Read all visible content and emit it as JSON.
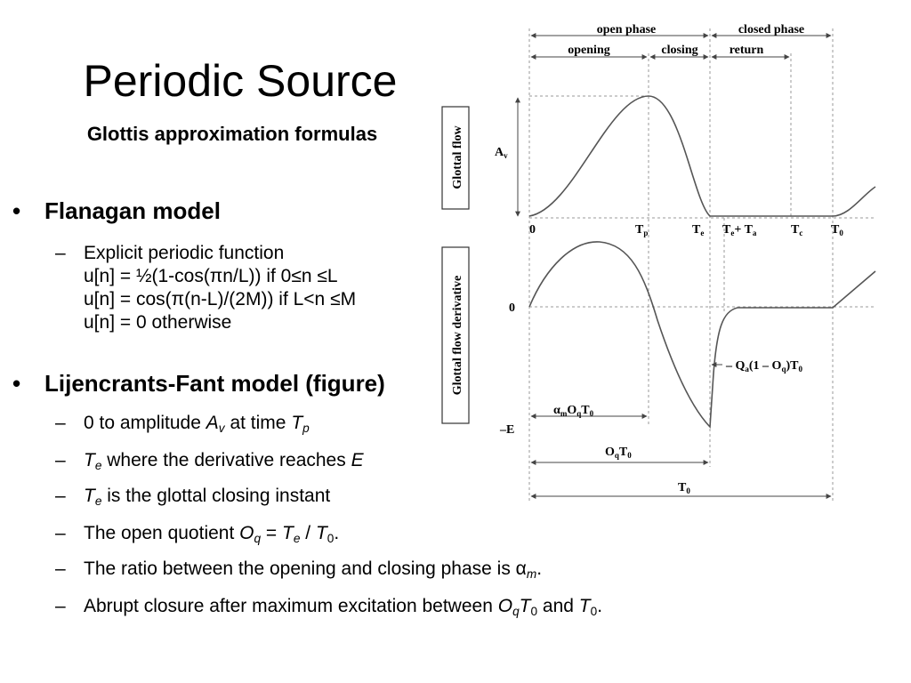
{
  "slide": {
    "title": "Periodic Source",
    "subtitle": "Glottis approximation formulas"
  },
  "flanagan": {
    "heading": "Flanagan model",
    "line1": "Explicit periodic function",
    "line2": "u[n] = ½(1-cos(πn/L)) if 0≤n ≤L",
    "line3": "u[n] = cos(π(n-L)/(2M)) if L<n ≤M",
    "line4": "u[n] = 0 otherwise"
  },
  "lf": {
    "heading": "Lijencrants-Fant model  (figure)",
    "b1_text": "0 to amplitude ",
    "b1_av_main": "A",
    "b1_av_sub": "v",
    "b1_mid": " at time ",
    "b1_tp_main": "T",
    "b1_tp_sub": "p",
    "b2_te_main": "T",
    "b2_te_sub": "e",
    "b2_text": " where the derivative reaches ",
    "b2_e": "E",
    "b3_te_main": "T",
    "b3_te_sub": "e",
    "b3_text": " is the glottal closing instant",
    "b4_text": "The open quotient ",
    "b4_oq_main": "O",
    "b4_oq_sub": "q",
    "b4_eq": " = ",
    "b4_te_main": "T",
    "b4_te_sub": "e",
    "b4_slash": " / ",
    "b4_t0_main": "T",
    "b4_t0_sub": "0",
    "b4_end": ".",
    "b5_text": "The ratio between the opening and closing phase is  α",
    "b5_sub": "m",
    "b5_end": ".",
    "b6_text": "Abrupt closure after maximum excitation between ",
    "b6_oq_main": "O",
    "b6_oq_sub": "q",
    "b6_t0a_main": "T",
    "b6_t0a_sub": "0",
    "b6_and": " and ",
    "b6_t0b_main": "T",
    "b6_t0b_sub": "0",
    "b6_end": "."
  },
  "figure": {
    "phase_open": "open phase",
    "phase_closed": "closed phase",
    "phase_opening": "opening",
    "phase_closing": "closing",
    "phase_return": "return",
    "ylabel_flow": "Glottal flow",
    "ylabel_deriv": "Glottal flow derivative",
    "amp_label": "A",
    "amp_sub": "v",
    "tick_0": "0",
    "tick_tp": "T",
    "tick_tp_sub": "p",
    "tick_te": "T",
    "tick_te_sub": "e",
    "tick_teta_a": "T",
    "tick_teta_a_sub": "e",
    "tick_teta_plus": "+ T",
    "tick_teta_b_sub": "a",
    "tick_tc": "T",
    "tick_tc_sub": "c",
    "tick_t0": "T",
    "tick_t0_sub": "0",
    "zero_label": "0",
    "minus_e": "–E",
    "qa_label": "– Q",
    "qa_sub": "a",
    "qa_rest": "(1 – O",
    "qa_oq_sub": "q",
    "qa_end": ")T",
    "qa_t0_sub": "0",
    "am_main": "α",
    "am_sub": "m",
    "am_rest": "O",
    "am_q": "q",
    "am_t": "T",
    "am_0": "0",
    "oqt0_main": "O",
    "oqt0_q": "q",
    "oqt0_t": "T",
    "oqt0_0": "0",
    "t0_main": "T",
    "t0_sub": "0"
  }
}
